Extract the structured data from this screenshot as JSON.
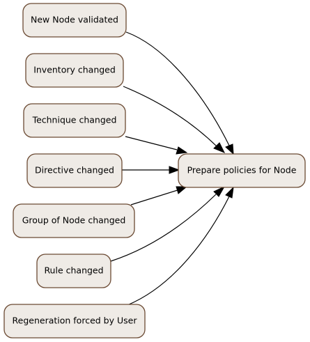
{
  "nodes": {
    "new_node_validated": "New Node validated",
    "inventory_changed": "Inventory changed",
    "technique_changed": "Technique changed",
    "directive_changed": "Directive changed",
    "group_of_node_changed": "Group of Node changed",
    "rule_changed": "Rule changed",
    "regeneration_forced_by_user": "Regeneration forced by User",
    "prepare_policies_for_node": "Prepare policies for Node"
  },
  "edges": [
    {
      "from": "new_node_validated",
      "to": "prepare_policies_for_node"
    },
    {
      "from": "inventory_changed",
      "to": "prepare_policies_for_node"
    },
    {
      "from": "technique_changed",
      "to": "prepare_policies_for_node"
    },
    {
      "from": "directive_changed",
      "to": "prepare_policies_for_node"
    },
    {
      "from": "group_of_node_changed",
      "to": "prepare_policies_for_node"
    },
    {
      "from": "rule_changed",
      "to": "prepare_policies_for_node"
    },
    {
      "from": "regeneration_forced_by_user",
      "to": "prepare_policies_for_node"
    }
  ],
  "colors": {
    "node_fill": "#efebe6",
    "node_border": "#6b4a33",
    "edge": "#000000"
  }
}
